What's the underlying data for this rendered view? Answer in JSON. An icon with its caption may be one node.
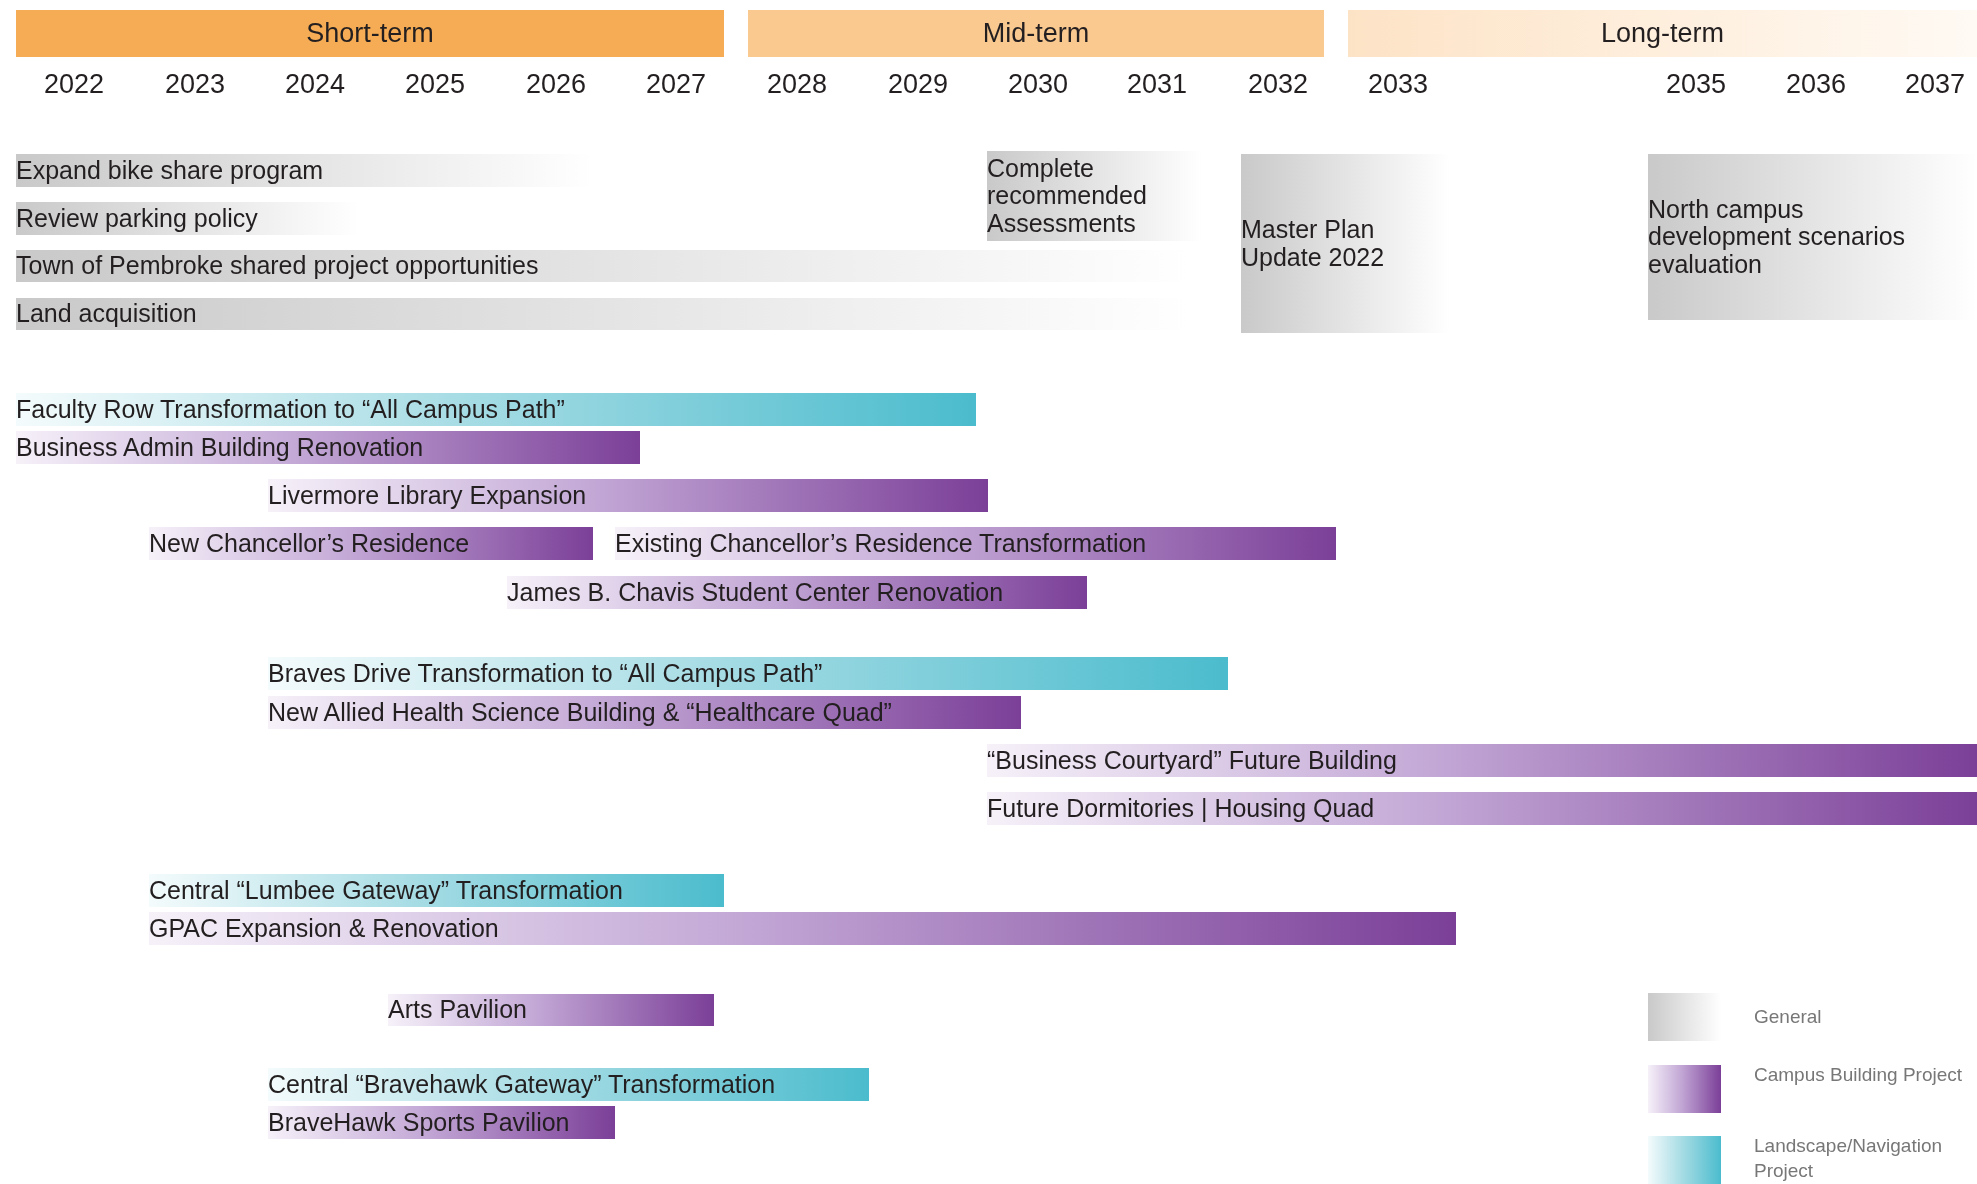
{
  "diagram": {
    "nodes": [
      {
        "text": [
          "Short-term"
        ]
      },
      {
        "text": [
          "Mid-term"
        ]
      },
      {
        "text": [
          "Long-term"
        ]
      },
      {
        "text": [
          "Expand bike share program"
        ]
      },
      {
        "text": [
          "Review parking policy"
        ]
      },
      {
        "text": [
          "Town of Pembroke shared project opportunities"
        ]
      },
      {
        "text": [
          "Land acquisition"
        ]
      },
      {
        "text": [
          "Complete recommended Assessments"
        ]
      },
      {
        "text": [
          "Master Plan Update 2022"
        ]
      },
      {
        "text": [
          "North campus development scenarios evaluation"
        ]
      },
      {
        "text": [
          "Faculty Row Transformation to “All Campus Path”"
        ]
      },
      {
        "text": [
          "Business Admin Building Renovation"
        ]
      },
      {
        "text": [
          "Livermore Library Expansion"
        ]
      },
      {
        "text": [
          "New Chancellor’s Residence"
        ]
      },
      {
        "text": [
          "Existing Chancellor’s Residence Transformation"
        ]
      },
      {
        "text": [
          "James B. Chavis Student Center Renovation"
        ]
      },
      {
        "text": [
          "Braves Drive Transformation to “All Campus Path”"
        ]
      },
      {
        "text": [
          "New Allied Health Science Building & “Healthcare Quad”"
        ]
      },
      {
        "text": [
          "“Business Courtyard” Future Building"
        ]
      },
      {
        "text": [
          "Future Dormitories | Housing Quad"
        ]
      },
      {
        "text": [
          "Central “Lumbee Gateway” Transformation"
        ]
      },
      {
        "text": [
          "GPAC Expansion & Renovation"
        ]
      },
      {
        "text": [
          "Arts Pavilion"
        ]
      },
      {
        "text": [
          "Central “Bravehawk Gateway” Transformation"
        ]
      },
      {
        "text": [
          "BraveHawk Sports Pavilion"
        ]
      }
    ],
    "labels": [
      "2022",
      "2023",
      "2024",
      "2025",
      "2026",
      "2027",
      "2028",
      "2029",
      "2030",
      "2031",
      "2032",
      "2033",
      "2035",
      "2036",
      "2037"
    ],
    "legend": [
      {
        "text": "General"
      },
      {
        "text": "Campus Building Project"
      },
      {
        "text": "Landscape/Navigation Project"
      }
    ]
  }
}
